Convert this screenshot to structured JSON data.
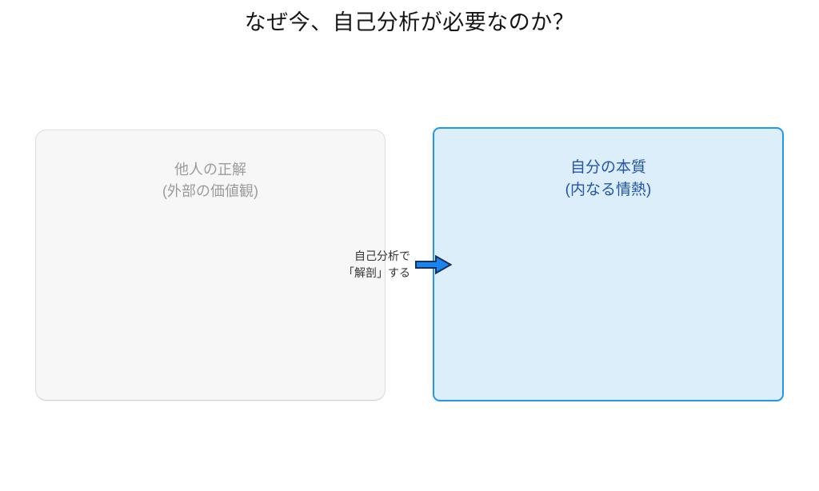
{
  "slide": {
    "title": "なぜ今、自己分析が必要なのか？",
    "background_color": "#ffffff"
  },
  "diagram": {
    "type": "two-box-transformation",
    "boxes": [
      {
        "id": "external",
        "role": "before",
        "heading": "他人の正解",
        "subheading": "(外部の価値観)",
        "label": "他人の正解\n(外部の価値観)",
        "fill_color": "#f7f7f7",
        "border_color": "#dcdcdc",
        "text_color": "#9b9b9b"
      },
      {
        "id": "essence",
        "role": "after",
        "heading": "自分の本質",
        "subheading": "(内なる情熱)",
        "label": "自分の本質\n(内なる情熱)",
        "fill_color": "#ddeefb",
        "border_color": "#2196f3",
        "text_color": "#2154ae"
      }
    ],
    "connector": {
      "icon": "right-arrow-icon",
      "label": "自己分析で\n「解剖」する",
      "label_line_1": "自己分析で",
      "label_line_2": "「解剖」する",
      "text_color": "#333333",
      "arrow_fill": "#1a84ef",
      "arrow_stroke": "#18305c",
      "direction": "right"
    }
  }
}
